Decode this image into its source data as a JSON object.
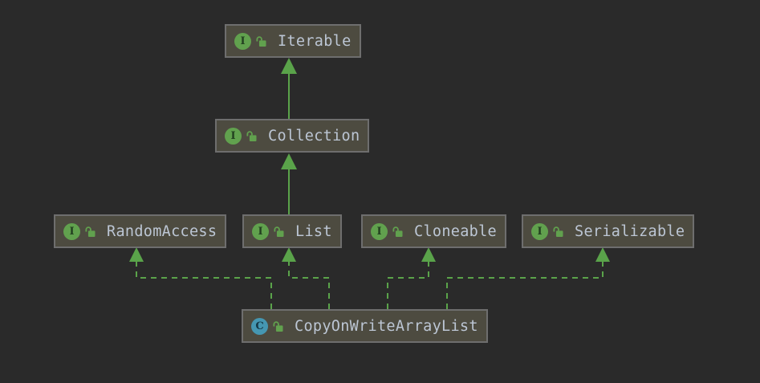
{
  "diagram": {
    "nodes": [
      {
        "id": "iterable",
        "label": "Iterable",
        "kind": "interface",
        "icon_letter": "I"
      },
      {
        "id": "collection",
        "label": "Collection",
        "kind": "interface",
        "icon_letter": "I"
      },
      {
        "id": "random-access",
        "label": "RandomAccess",
        "kind": "interface",
        "icon_letter": "I"
      },
      {
        "id": "list",
        "label": "List",
        "kind": "interface",
        "icon_letter": "I"
      },
      {
        "id": "cloneable",
        "label": "Cloneable",
        "kind": "interface",
        "icon_letter": "I"
      },
      {
        "id": "serializable",
        "label": "Serializable",
        "kind": "interface",
        "icon_letter": "I"
      },
      {
        "id": "copy-on-write-array-list",
        "label": "CopyOnWriteArrayList",
        "kind": "class",
        "icon_letter": "C"
      }
    ],
    "edges": [
      {
        "from": "Collection",
        "to": "Iterable",
        "type": "extends",
        "style": "solid"
      },
      {
        "from": "List",
        "to": "Collection",
        "type": "extends",
        "style": "solid"
      },
      {
        "from": "CopyOnWriteArrayList",
        "to": "RandomAccess",
        "type": "implements",
        "style": "dashed"
      },
      {
        "from": "CopyOnWriteArrayList",
        "to": "List",
        "type": "implements",
        "style": "dashed"
      },
      {
        "from": "CopyOnWriteArrayList",
        "to": "Cloneable",
        "type": "implements",
        "style": "dashed"
      },
      {
        "from": "CopyOnWriteArrayList",
        "to": "Serializable",
        "type": "implements",
        "style": "dashed"
      }
    ],
    "colors": {
      "background": "#2a2a2a",
      "node_fill": "#4d4b40",
      "node_border": "#6e6e6e",
      "node_text": "#bcc6d4",
      "edge_green": "#5aa34a",
      "interface_icon": "#61a14e",
      "class_icon": "#4597b2",
      "lock_icon": "#61a14e"
    }
  }
}
